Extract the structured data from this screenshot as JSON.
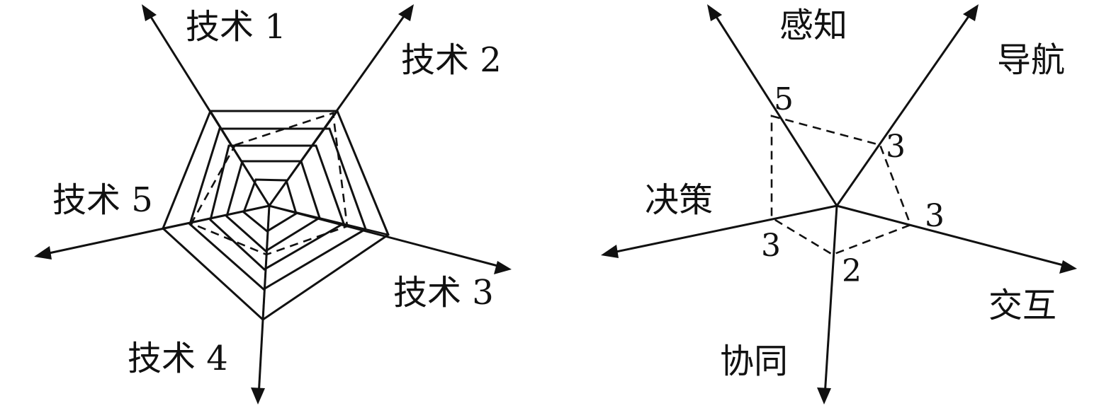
{
  "left_radar": {
    "axis_labels": [
      "技术 1",
      "技术 2",
      "技术 3",
      "技术 4",
      "技术 5"
    ],
    "ring_count": 5
  },
  "right_radar": {
    "axis_labels": {
      "perception": "感知",
      "navigation": "导航",
      "interaction": "交互",
      "collaboration": "协同",
      "decision": "决策"
    },
    "values": {
      "perception": "5",
      "navigation": "3",
      "interaction": "3",
      "collaboration": "2",
      "decision": "3"
    }
  }
}
